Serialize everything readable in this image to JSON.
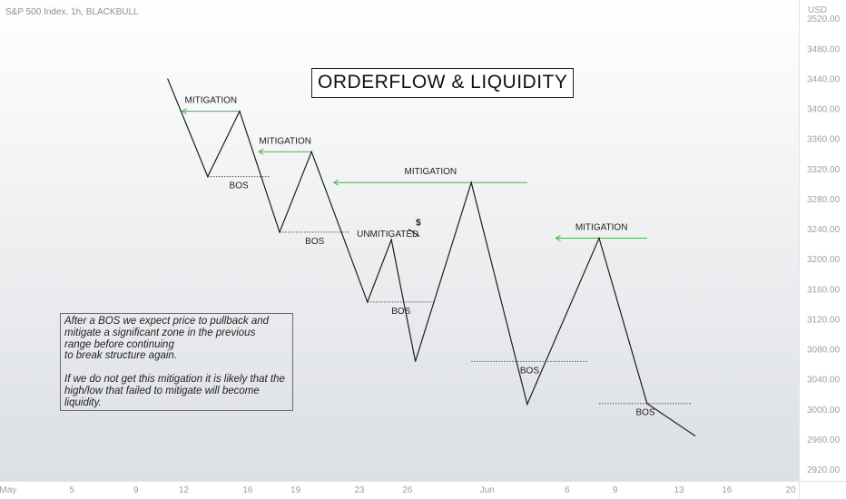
{
  "header": {
    "symbol": "S&P 500 Index, 1h, BLACKBULL"
  },
  "axis": {
    "currency": "USD"
  },
  "title": "ORDERFLOW & LIQUIDITY",
  "note": {
    "paragraph1_lines": [
      "After a BOS we expect price to pullback and",
      "mitigate a significant zone in the previous",
      "range before continuing",
      "to break structure again."
    ],
    "paragraph2_lines": [
      "If we do not get this mitigation it is likely that the",
      "high/low that failed to mitigate will become",
      "liquidity."
    ]
  },
  "colors": {
    "background_top": "#ffffff",
    "background_bottom": "#dcdfe3",
    "price_line": "#1e1e1e",
    "mitigation_arrow": "#4caf50",
    "bos_line": "#555555",
    "axis_text": "#9aa0a6"
  },
  "chart_data": {
    "type": "line",
    "x_label_unit": "date (May–Jun)",
    "y_ticks": [
      3520,
      3480,
      3440,
      3400,
      3360,
      3320,
      3280,
      3240,
      3200,
      3160,
      3120,
      3080,
      3040,
      3000,
      2960,
      2920
    ],
    "y_tick_labels": [
      "3520.00",
      "3480.00",
      "3440.00",
      "3400.00",
      "3360.00",
      "3320.00",
      "3280.00",
      "3240.00",
      "3200.00",
      "3160.00",
      "3120.00",
      "3080.00",
      "3040.00",
      "3000.00",
      "2960.00",
      "2920.00"
    ],
    "ylim": [
      2905,
      3545
    ],
    "xlim": [
      0,
      50
    ],
    "x_ticks": [
      {
        "label": "May",
        "x": 0.5
      },
      {
        "label": "5",
        "x": 4.5
      },
      {
        "label": "9",
        "x": 8.5
      },
      {
        "label": "12",
        "x": 11.5
      },
      {
        "label": "16",
        "x": 15.5
      },
      {
        "label": "19",
        "x": 18.5
      },
      {
        "label": "23",
        "x": 22.5
      },
      {
        "label": "26",
        "x": 25.5
      },
      {
        "label": "Jun",
        "x": 30.5
      },
      {
        "label": "6",
        "x": 35.5
      },
      {
        "label": "9",
        "x": 38.5
      },
      {
        "label": "13",
        "x": 42.5
      },
      {
        "label": "16",
        "x": 45.5
      },
      {
        "label": "20",
        "x": 49.5
      }
    ],
    "series": [
      {
        "x": [
          10.5,
          13,
          15,
          17.5,
          19.5,
          23,
          24.5,
          26,
          29.5,
          33,
          37.5,
          40.5,
          43.5
        ],
        "y": [
          3440,
          3310,
          3397,
          3236,
          3343,
          3143,
          3226,
          3064,
          3302,
          3007,
          3228,
          3008,
          2965
        ]
      }
    ],
    "annotations": [
      {
        "kind": "mitigation",
        "text": "MITIGATION",
        "x_from": 15,
        "x_to": 11.4,
        "y": 3397
      },
      {
        "kind": "mitigation",
        "text": "MITIGATION",
        "x_from": 19.5,
        "x_to": 16.2,
        "y": 3343
      },
      {
        "kind": "mitigation",
        "text": "MITIGATION",
        "x_from": 33,
        "x_to": 20.9,
        "y": 3302
      },
      {
        "kind": "mitigation",
        "text": "MITIGATION",
        "x_from": 40.5,
        "x_to": 34.8,
        "y": 3228
      },
      {
        "kind": "bos",
        "text": "BOS",
        "x_from": 13,
        "x_to": 16.9,
        "y": 3310
      },
      {
        "kind": "bos",
        "text": "BOS",
        "x_from": 17.5,
        "x_to": 21.9,
        "y": 3236
      },
      {
        "kind": "bos",
        "text": "BOS",
        "x_from": 23,
        "x_to": 27.2,
        "y": 3143
      },
      {
        "kind": "bos",
        "text": "BOS",
        "x_from": 29.5,
        "x_to": 36.8,
        "y": 3064
      },
      {
        "kind": "bos",
        "text": "BOS",
        "x_from": 37.5,
        "x_to": 43.3,
        "y": 3008
      },
      {
        "kind": "unmitigated",
        "text": "UNMITIGATED",
        "x": 24.5,
        "y": 3226
      },
      {
        "kind": "liquidity",
        "text": "$",
        "x": 25.8,
        "y": 3240
      }
    ]
  }
}
